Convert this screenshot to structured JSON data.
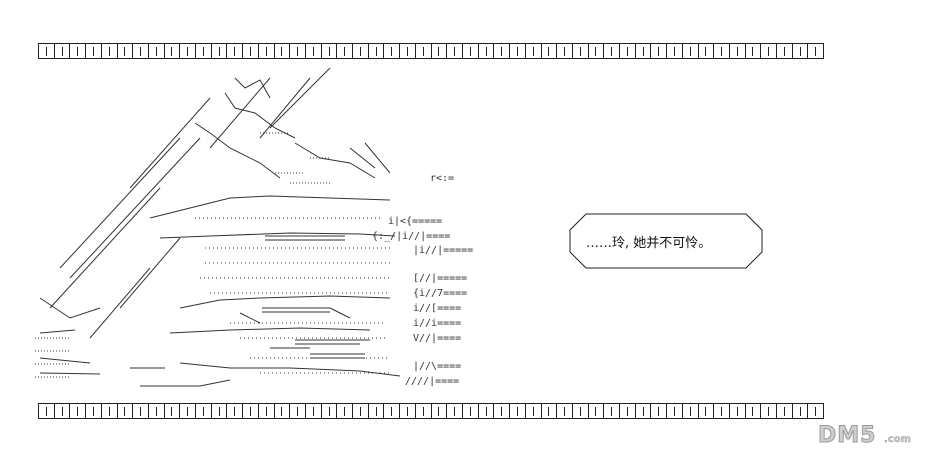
{
  "dialogue": {
    "text": "……玲, 她并不可怜。"
  },
  "watermark": {
    "brand": "DM5",
    "suffix": ".com"
  },
  "art": {
    "ascii_lines": [
      "r<:=",
      "i|<{=====",
      "{:_/|i//|====",
      "|i//|=====",
      "[//|=====",
      "{i//7====",
      "i//[====",
      "i//i====",
      "V//|====",
      "|//\\====",
      "////|===="
    ]
  },
  "colors": {
    "ink": "#222222",
    "background": "#ffffff",
    "watermark": "#cfcfcf"
  }
}
